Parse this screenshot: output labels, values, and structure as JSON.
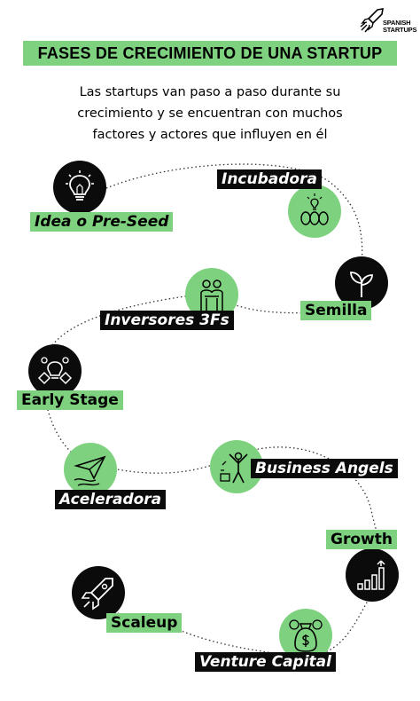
{
  "logo": {
    "line1": "SPANISH",
    "line2": "STARTUPS"
  },
  "title": "FASES DE CRECIMIENTO DE UNA STARTUP",
  "subtitle": [
    "Las startups van paso a paso durante su",
    "crecimiento y se encuentran con muchos",
    "factores y actores que influyen en él"
  ],
  "colors": {
    "green": "#7ed17e",
    "dark": "#0b0b0b",
    "text": "#000000"
  },
  "stages": [
    {
      "label": "Idea o Pre-Seed",
      "icon": "lightbulb-icon",
      "circle": "dark",
      "style": "green-italic"
    },
    {
      "label": "Incubadora",
      "icon": "eggs-icon",
      "circle": "green",
      "style": "dark-italic"
    },
    {
      "label": "Semilla",
      "icon": "sprout-icon",
      "circle": "dark",
      "style": "green"
    },
    {
      "label": "Inversores 3Fs",
      "icon": "people-hug-icon",
      "circle": "green",
      "style": "dark-italic"
    },
    {
      "label": "Early Stage",
      "icon": "handshake-bulb-icon",
      "circle": "dark",
      "style": "green"
    },
    {
      "label": "Business Angels",
      "icon": "celebration-icon",
      "circle": "green",
      "style": "dark-italic"
    },
    {
      "label": "Aceleradora",
      "icon": "paper-plane-icon",
      "circle": "green",
      "style": "dark-italic"
    },
    {
      "label": "Growth",
      "icon": "growth-chart-icon",
      "circle": "dark",
      "style": "green"
    },
    {
      "label": "Scaleup",
      "icon": "rocket-icon",
      "circle": "dark",
      "style": "green"
    },
    {
      "label": "Venture Capital",
      "icon": "money-bag-icon",
      "circle": "green",
      "style": "dark-italic"
    }
  ]
}
